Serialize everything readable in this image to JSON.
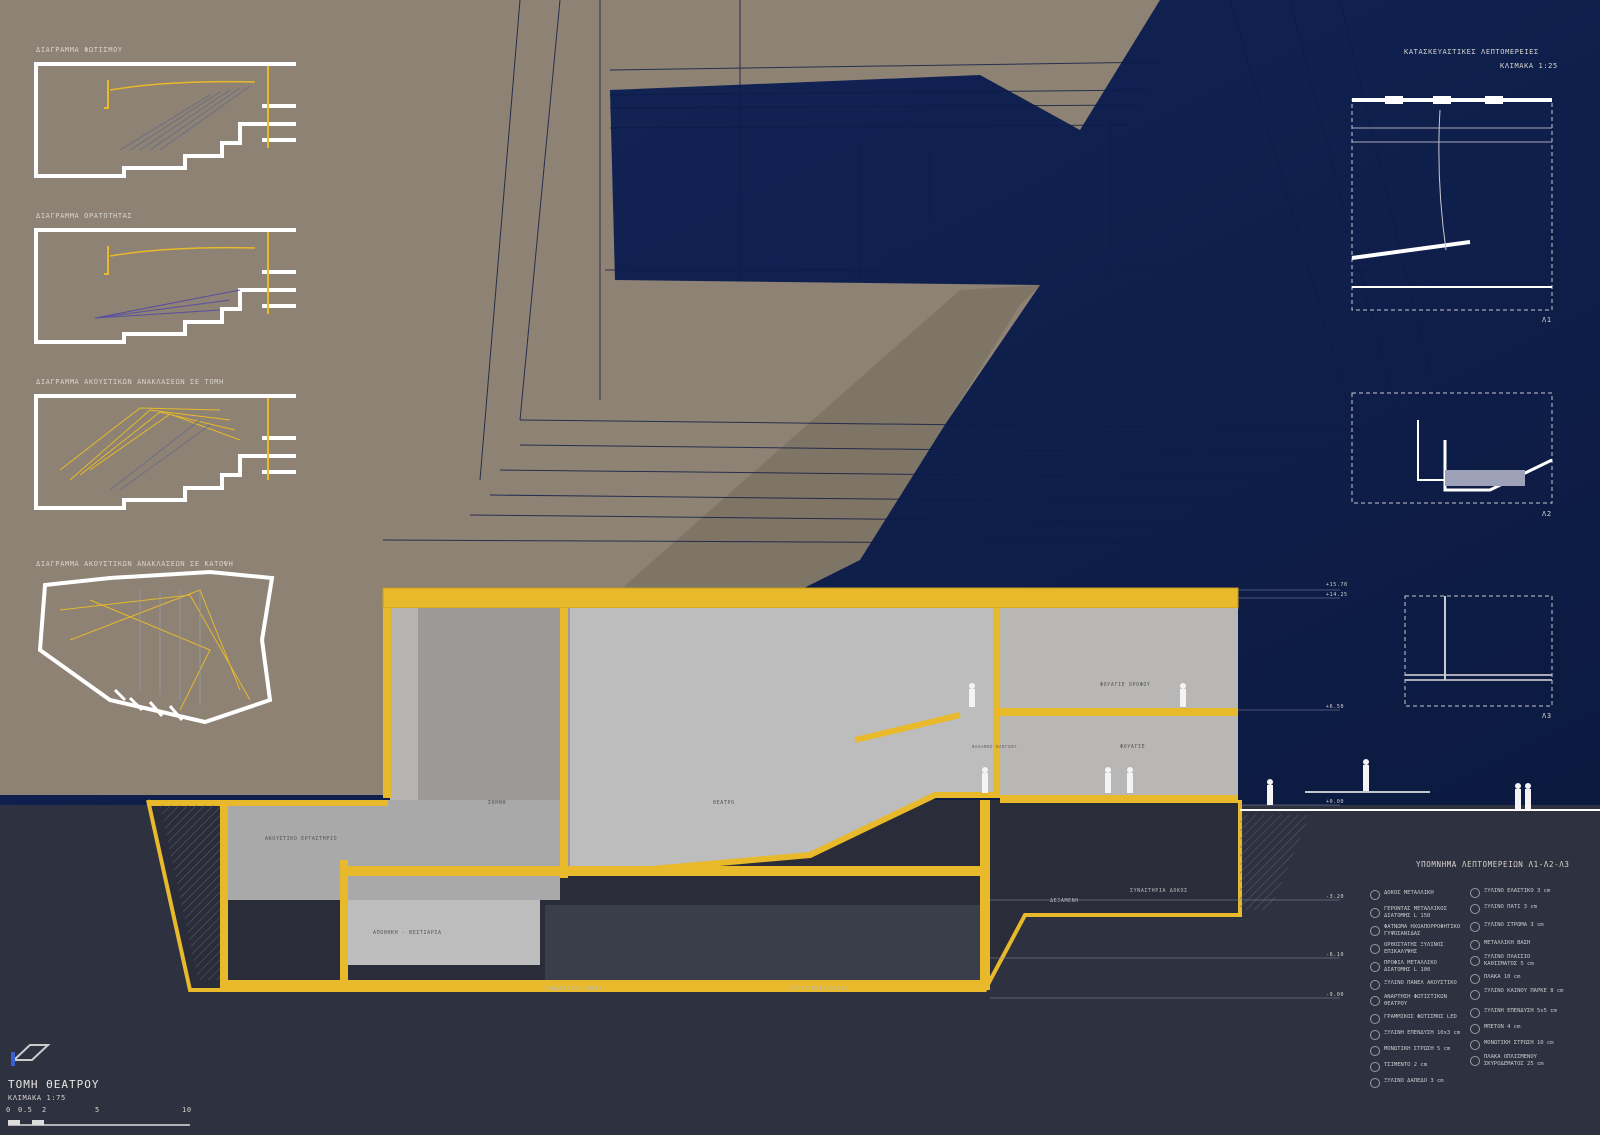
{
  "diagrams": {
    "lighting": "ΔΙΑΓΡΑΜΜΑ ΦΩΤΙΣΜΟΥ",
    "visibility": "ΔΙΑΓΡΑΜΜΑ ΟΡΑΤΟΤΗΤΑΣ",
    "acoustic_section": "ΔΙΑΓΡΑΜΜΑ ΑΚΟΥΣΤΙΚΩΝ ΑΝΑΚΛΑΣΕΩΝ ΣΕ ΤΟΜΗ",
    "acoustic_plan": "ΔΙΑΓΡΑΜΜΑ ΑΚΟΥΣΤΙΚΩΝ ΑΝΑΚΛΑΣΕΩΝ ΣΕ ΚΑΤΟΨΗ"
  },
  "details": {
    "title": "ΚΑΤΑΣΚΕΥΑΣΤΙΚΕΣ ΛΕΠΤΟΜΕΡΕΙΕΣ",
    "scale": "ΚΛΙΜΑΚΑ 1:25",
    "a1": "Λ1",
    "a2": "Λ2",
    "a3": "Λ3"
  },
  "section_labels": {
    "acoustic_lab": "ΑΚΟΥΣΤΙΚΟ ΕΡΓΑΣΤΗΡΙΟ",
    "stage": "ΣΚΗΝΗ",
    "hall": "ΘΕΑΤΡΟ",
    "foyer_upper": "ΦΟΥΑΓΙΕ ΟΡΟΦΟΥ",
    "foyer": "ΦΟΥΑΓΙΕ",
    "control": "ΘΑΛΑΜΟΣ ΕΛΕΓΧΟΥ",
    "storage": "ΑΠΟΘΗΚΗ - ΒΕΣΤΙΑΡΙΑ",
    "cistern_1": "ΔΕΞΑΜΕΝΗ",
    "cistern_2": "ΣΥΝΑΣΤΗΡΙΑ ΔΟΚΟΣ",
    "cistern_3": "ΣΥΝΑΣΤΗΡΙΑ ΔΟΚΟΣ",
    "cistern_4": "ΣΥΝΑΣΤΗΡΙΑ ΔΟΚΟΣ"
  },
  "levels": [
    "+15.70",
    "+14.25",
    "+6.50",
    "+0.00",
    "-3.20",
    "-6.10",
    "-9.00"
  ],
  "legend": {
    "title": "ΥΠΟΜΝΗΜΑ ΛΕΠΤΟΜΕΡΕΙΩΝ Λ1-Λ2-Λ3",
    "left": [
      "ΔΟΚΟΣ ΜΕΤΑΛΛΙΚΗ",
      "ΓΕΡΟΝΤΑΣ ΜΕΤΑΛΛΙΚΟΣ ΔΙΑΤΟΜΗΣ L 150",
      "ΦΑΤΝΩΜΑ ΗΧΟΑΠΟΡΡΟΦΗΤΙΚΟ ΓΥΨΟΣΑΝΙΔΑΣ",
      "ΟΡΘΟΣΤΑΤΗΣ ΞΥΛΙΝΟΣ ΕΠΙΚΑΛΥΨΗΣ",
      "ΠΡΟΦΙΛ ΜΕΤΑΛΛΙΚΟ ΔΙΑΤΟΜΗΣ L 100",
      "ΞΥΛΙΝΟ ΠΑΝΕΛ ΑΚΟΥΣΤΙΚΟ",
      "ΑΝΑΡΤΗΣΗ ΦΩΤΙΣΤΙΚΩΝ ΘΕΑΤΡΟΥ",
      "ΓΡΑΜΜΙΚΟΣ ΦΩΤΙΣΜΟΣ LED",
      "ΞΥΛΙΝΗ ΕΠΕΝΔΥΣΗ 10x3 cm",
      "ΜΟΝΩΤΙΚΗ ΣΤΡΩΣΗ 5 cm",
      "ΤΣΙΜΕΝΤΟ 2 cm",
      "ΞΥΛΙΝΟ ΔΑΠΕΔΟ 3 cm"
    ],
    "right": [
      "ΞΥΛΙΝΟ ΕΛΑΣΤΙΚΟ 3 cm",
      "ΞΥΛΙΝΟ ΠΑΤΙ 3 cm",
      "ΞΥΛΙΝΟ ΣΤΡΩΜΑ 3 cm",
      "ΜΕΤΑΛΛΙΚΗ ΒΑΣΗ",
      "ΞΥΛΙΝΟ ΠΛΑΙΣΙΟ ΚΑΘΙΣΜΑΤΟΣ 5 cm",
      "ΠΛΑΚΑ 10 cm",
      "ΞΥΛΙΝΟ ΚΑΙΝΟΥ ΠΑΡΚΕ 8 cm",
      "ΞΥΛΙΝΗ ΕΠΕΝΔΥΣΗ 5x5 cm",
      "ΜΠΕΤΟΝ 4 cm",
      "ΜΟΝΩΤΙΚΗ ΣΤΡΩΣΗ 10 cm",
      "ΠΛΑΚΑ ΟΠΛΙΣΜΕΝΟΥ ΣΚΥΡΟΔΕΜΑΤΟΣ 25 cm"
    ]
  },
  "main_title": "ΤΟΜΗ ΘΕΑΤΡΟΥ",
  "main_scale": "ΚΛΙΜΑΚΑ 1:75",
  "scale_bar": [
    "0",
    "0.5",
    "2",
    "5",
    "10"
  ],
  "colors": {
    "navy": "#0f1f4a",
    "concrete": "#8d8274",
    "yellow": "#e8b92a",
    "dark": "#2e3240",
    "interior": "#bdbdbd"
  }
}
